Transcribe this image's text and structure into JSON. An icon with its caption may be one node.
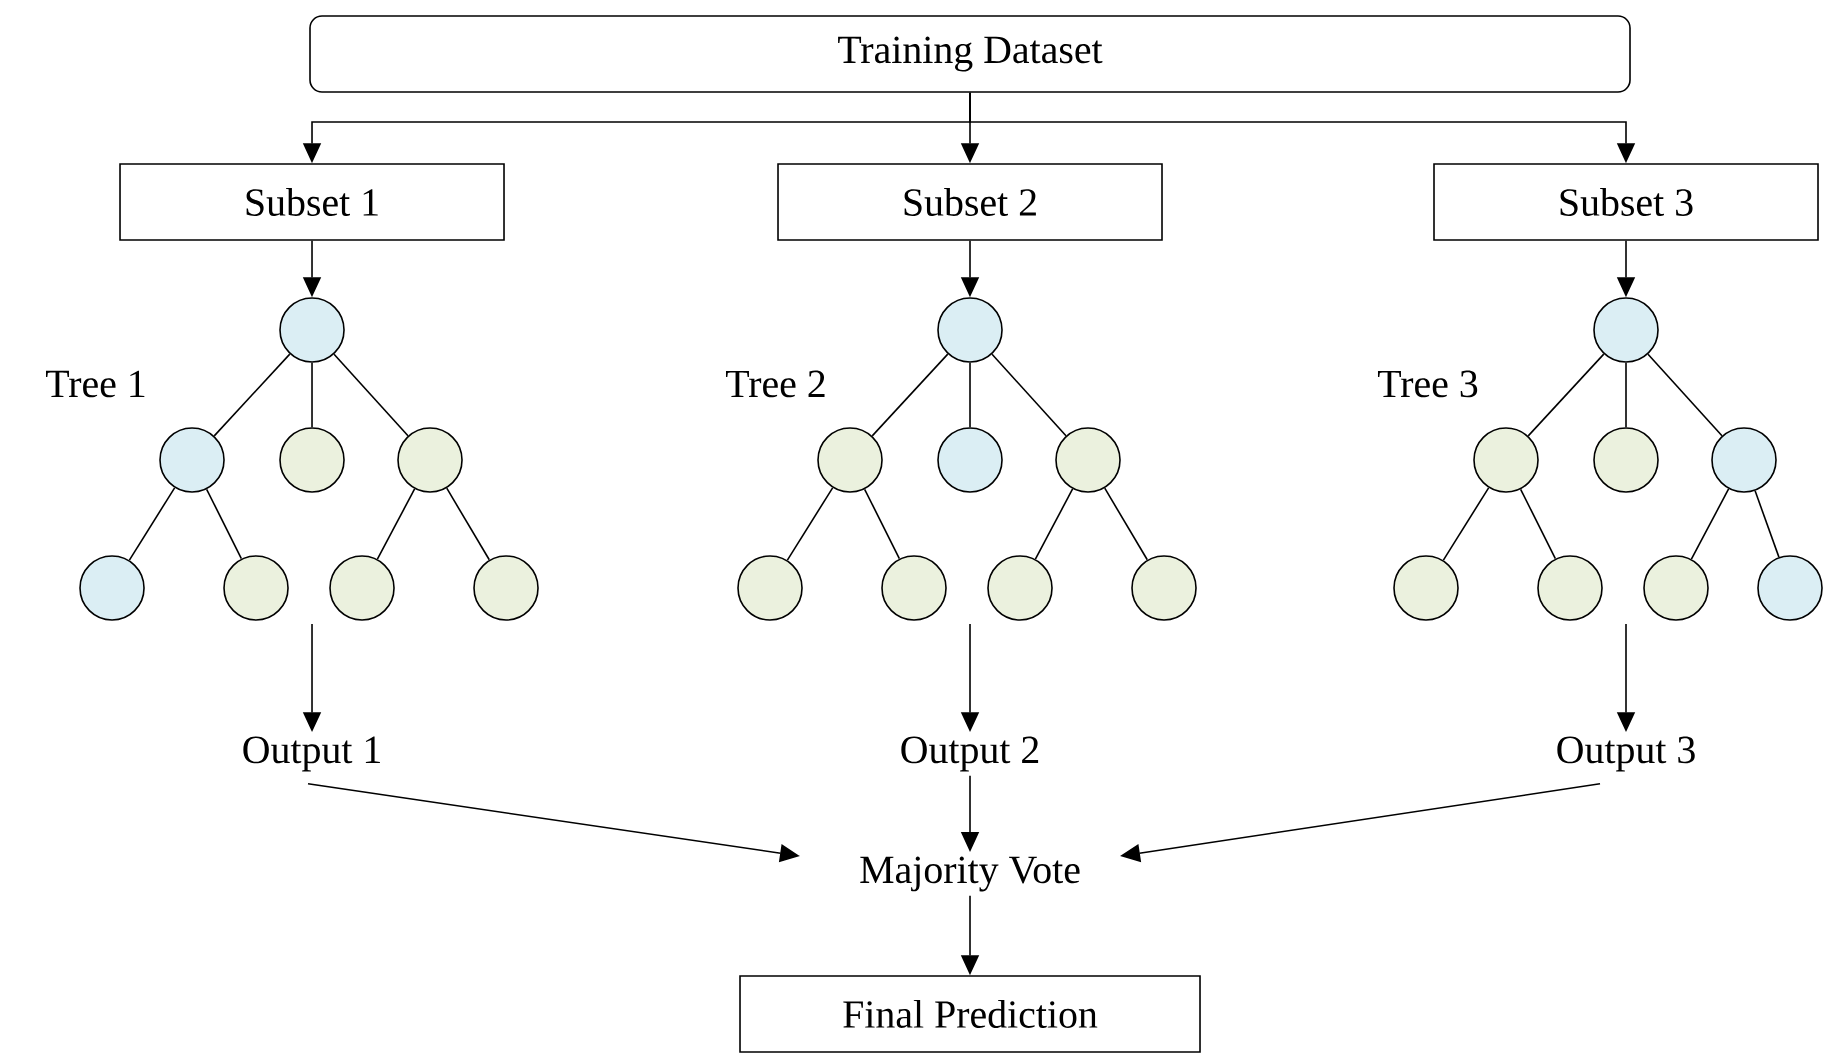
{
  "diagram": {
    "nodes": [
      {
        "text": [
          "Training Dataset"
        ]
      },
      {
        "text": [
          "Subset 1"
        ]
      },
      {
        "text": [
          "Subset 2"
        ]
      },
      {
        "text": [
          "Subset 3"
        ]
      },
      {
        "text": [],
        "shape": "circle"
      },
      {
        "text": [],
        "shape": "circle"
      },
      {
        "text": [],
        "shape": "circle"
      },
      {
        "text": [],
        "shape": "circle"
      },
      {
        "text": [],
        "shape": "circle"
      },
      {
        "text": [],
        "shape": "circle"
      },
      {
        "text": [],
        "shape": "circle"
      },
      {
        "text": [],
        "shape": "circle"
      },
      {
        "text": [],
        "shape": "circle"
      },
      {
        "text": [],
        "shape": "circle"
      },
      {
        "text": [],
        "shape": "circle"
      },
      {
        "text": [],
        "shape": "circle"
      },
      {
        "text": [],
        "shape": "circle"
      },
      {
        "text": [],
        "shape": "circle"
      },
      {
        "text": [],
        "shape": "circle"
      },
      {
        "text": [],
        "shape": "circle"
      },
      {
        "text": [],
        "shape": "circle"
      },
      {
        "text": [],
        "shape": "circle"
      },
      {
        "text": [],
        "shape": "circle"
      },
      {
        "text": [],
        "shape": "circle"
      },
      {
        "text": [],
        "shape": "circle"
      },
      {
        "text": [],
        "shape": "circle"
      },
      {
        "text": [],
        "shape": "circle"
      },
      {
        "text": [],
        "shape": "circle"
      },
      {
        "text": [
          "Output 1"
        ]
      },
      {
        "text": [
          "Output 2"
        ]
      },
      {
        "text": [
          "Output 3"
        ]
      },
      {
        "text": [
          "Majority Vote"
        ]
      },
      {
        "text": [
          "Final Prediction"
        ]
      }
    ],
    "edges": [
      {
        "from": 0,
        "to": 1,
        "arrow": "to"
      },
      {
        "from": 0,
        "to": 2,
        "arrow": "to"
      },
      {
        "from": 0,
        "to": 3,
        "arrow": "to"
      },
      {
        "from": 1,
        "to": 4,
        "arrow": "to"
      },
      {
        "from": 4,
        "to": 5,
        "arrow": "none"
      },
      {
        "from": 4,
        "to": 6,
        "arrow": "none"
      },
      {
        "from": 4,
        "to": 7,
        "arrow": "none"
      },
      {
        "from": 5,
        "to": 8,
        "arrow": "none"
      },
      {
        "from": 5,
        "to": 9,
        "arrow": "none"
      },
      {
        "from": 7,
        "to": 10,
        "arrow": "none"
      },
      {
        "from": 7,
        "to": 11,
        "arrow": "none"
      },
      {
        "from": 2,
        "to": 12,
        "arrow": "to"
      },
      {
        "from": 12,
        "to": 13,
        "arrow": "none"
      },
      {
        "from": 12,
        "to": 14,
        "arrow": "none"
      },
      {
        "from": 12,
        "to": 15,
        "arrow": "none"
      },
      {
        "from": 13,
        "to": 16,
        "arrow": "none"
      },
      {
        "from": 13,
        "to": 17,
        "arrow": "none"
      },
      {
        "from": 15,
        "to": 18,
        "arrow": "none"
      },
      {
        "from": 15,
        "to": 19,
        "arrow": "none"
      },
      {
        "from": 3,
        "to": 20,
        "arrow": "to"
      },
      {
        "from": 20,
        "to": 21,
        "arrow": "none"
      },
      {
        "from": 20,
        "to": 22,
        "arrow": "none"
      },
      {
        "from": 20,
        "to": 23,
        "arrow": "none"
      },
      {
        "from": 21,
        "to": 24,
        "arrow": "none"
      },
      {
        "from": 21,
        "to": 25,
        "arrow": "none"
      },
      {
        "from": 23,
        "to": 26,
        "arrow": "none"
      },
      {
        "from": 23,
        "to": 27,
        "arrow": "none"
      },
      {
        "from": null,
        "to": 28,
        "arrow": "to"
      },
      {
        "from": null,
        "to": 29,
        "arrow": "to"
      },
      {
        "from": null,
        "to": 30,
        "arrow": "to"
      },
      {
        "from": 28,
        "to": 31,
        "arrow": "to"
      },
      {
        "from": 29,
        "to": 31,
        "arrow": "to"
      },
      {
        "from": 30,
        "to": 31,
        "arrow": "to"
      },
      {
        "from": 31,
        "to": 32,
        "arrow": "to"
      }
    ],
    "labels": [
      "Tree 1",
      "Tree 2",
      "Tree 3"
    ]
  }
}
